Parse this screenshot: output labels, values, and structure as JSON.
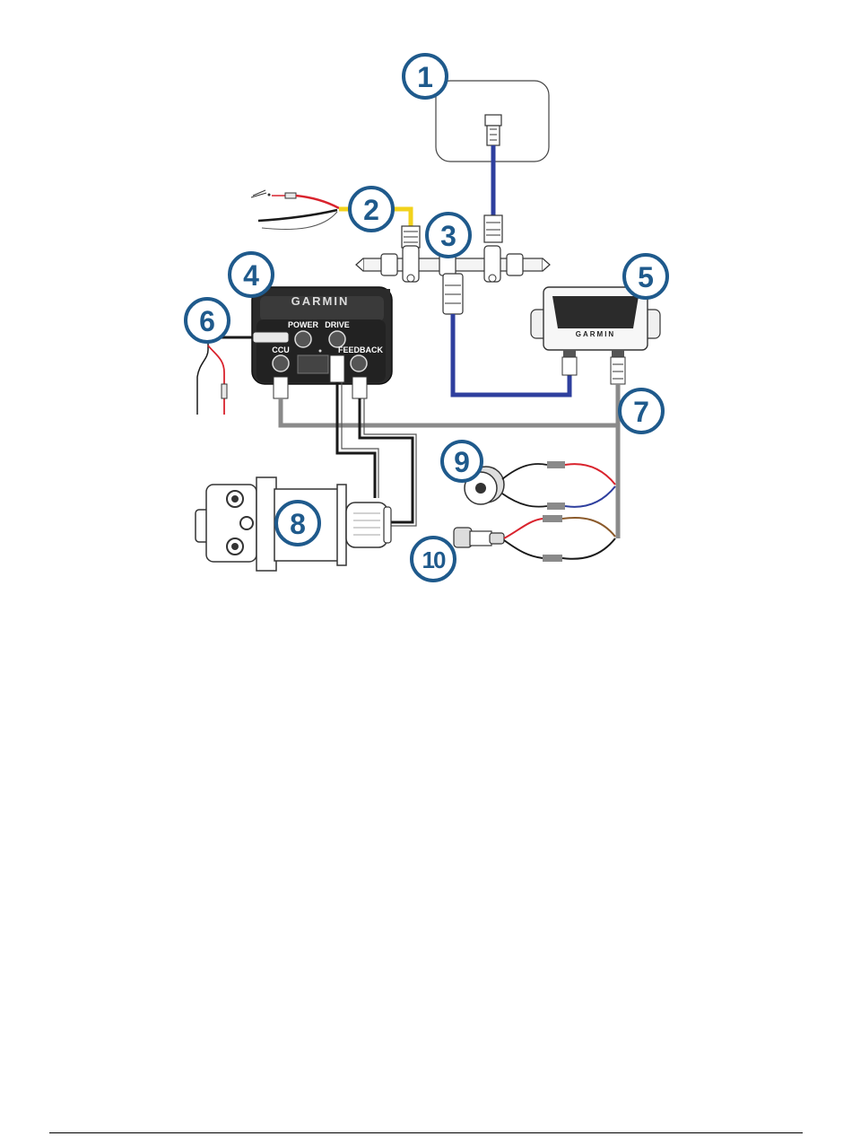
{
  "colors": {
    "callout": "#1f5a8c",
    "nmea_blue": "#2e3f9e",
    "power_yellow": "#f2d21b",
    "wire_red": "#d9232d",
    "wire_black": "#1a1a1a",
    "wire_gray": "#8a8a8a",
    "wire_brown": "#8b5a2b",
    "device_dark": "#2b2b2b"
  },
  "ccu_brand": "GARMIN",
  "ecu": {
    "brand": "GARMIN",
    "ports": {
      "power": "POWER",
      "drive": "DRIVE",
      "ccu": "CCU",
      "feedback": "FEEDBACK"
    }
  },
  "callouts": [
    "1",
    "2",
    "3",
    "4",
    "5",
    "6",
    "7",
    "8",
    "9",
    "10"
  ]
}
